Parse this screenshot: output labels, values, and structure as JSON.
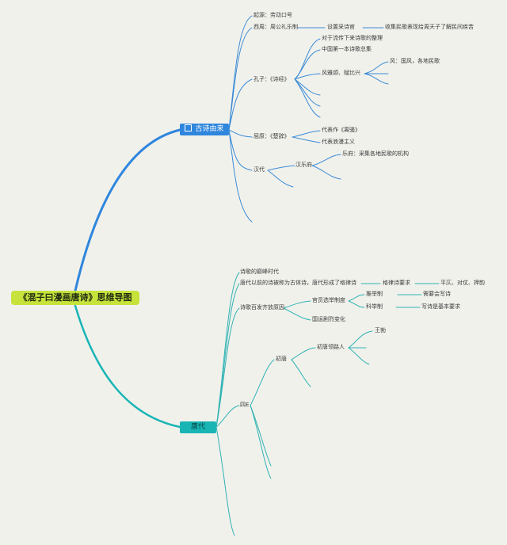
{
  "root": "《混子曰漫画唐诗》思维导图",
  "colors": {
    "background": "#f1f1ec",
    "root": "#c6e23b",
    "branch_blue": "#2f86dd",
    "branch_teal": "#19b5b5",
    "line_blue": "#3b8bd6",
    "line_teal": "#2fb3b3"
  },
  "branch_origin": {
    "label": "古诗由来",
    "qiyuan": "起源：劳动口号",
    "xizhou": "西周：周公礼乐制",
    "shecaishi": "设置采诗官",
    "caishi_purpose": "收集民歌表现给周天子了解民间疾苦",
    "kongzi": "孔子：《诗经》",
    "shijing_1": "对于流传下来诗歌的整理",
    "shijing_2": "中国第一本诗歌总集",
    "shijing_3": "风雅颂、赋比兴",
    "feng": "风：国风，各地民歌",
    "quyuan": "屈原：《楚辞》",
    "chuci_1": "代表作《离骚》",
    "chuci_2": "代表浪漫主义",
    "handai": "汉代",
    "hanyuefu": "汉乐府",
    "yuefu": "乐府：采集各地民歌的机构"
  },
  "branch_tang": {
    "label": "唐代",
    "dianfeng": "诗歌的巅峰时代",
    "gujinti": "唐代以前的诗被称为古体诗，唐代形成了格律诗",
    "gelv_yaoqiu": "格律诗要求",
    "gelv_detail": "平仄、对仗、押韵",
    "yuanyin": "诗歌百发齐放原因",
    "xuanba": "官员选举制度",
    "tuijuzhi": "推举制",
    "tuiju_detail": "需要会写诗",
    "kejuzhi": "科举制",
    "keju_detail": "写诗是基本要求",
    "guoyun": "国运剧烈变化",
    "sitang": "四E",
    "chutang": "初唐",
    "lingluren": "初唐领路人",
    "wangbo": "王勃"
  }
}
